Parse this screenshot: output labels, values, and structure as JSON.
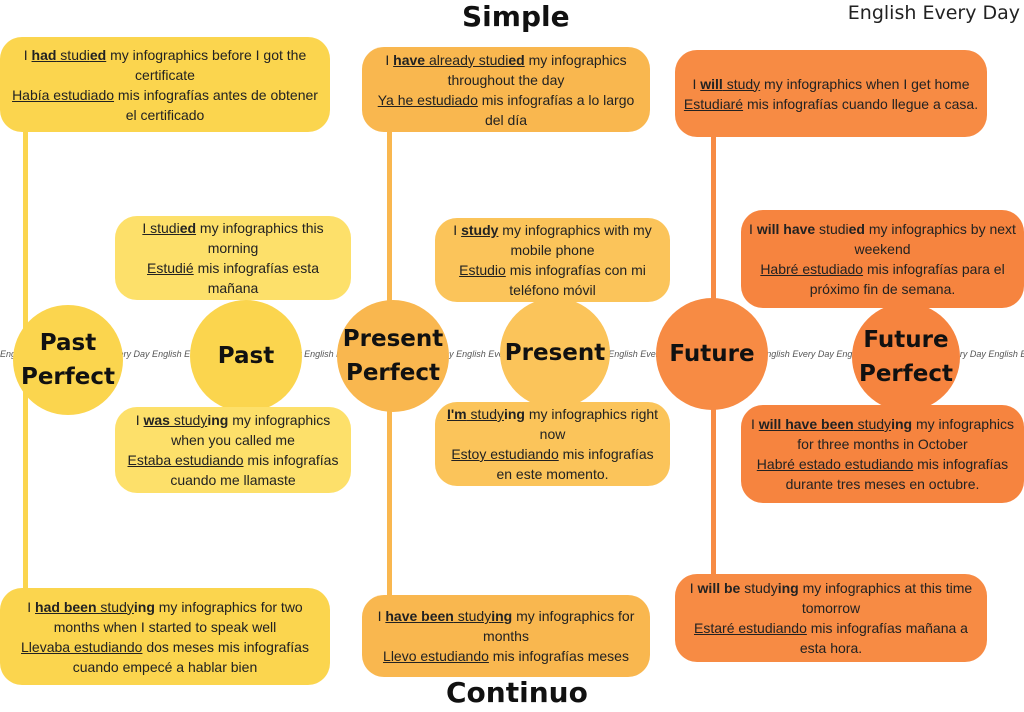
{
  "header": {
    "simple_label": "Simple",
    "continuous_label": "Continuo",
    "brand": "English Every Day"
  },
  "timeline": {
    "watermark_text": "English Every Day English Every Day English Every Day English Every Day English Every Day English Every Day English Every Day English Every Day English Every Day English Every Day English Every Day English Every Day English Every Day English Every Day English Every Day"
  },
  "tenses": {
    "past_perfect": "Past Perfect",
    "past": "Past",
    "present_perfect": "Present Perfect",
    "present": "Present",
    "future": "Future",
    "future_perfect": "Future Perfect"
  },
  "colors": {
    "past": "#fbd54e",
    "present_perfect": "#f9b74f",
    "present": "#fbc45a",
    "future": "#f78b44"
  },
  "cards": {
    "past_perfect_simple": {
      "p1": "I ",
      "p2": "had",
      "p3": " studi",
      "p4": "ed",
      "p5": " my infographics before I got the certificate",
      "es_u": "Había estudiado",
      "es_rest": " mis infografías antes de obtener el certificado"
    },
    "present_perfect_simple": {
      "p1": "I ",
      "p2": "have",
      "p3": " already studi",
      "p4": "ed",
      "p5": " my infographics throughout the day",
      "es_u": "Ya he estudiado",
      "es_rest": " mis infografías a lo largo del día"
    },
    "future_simple": {
      "p1": "I ",
      "p2": "will",
      "p3": " study",
      "p4": " my infographics when I get home",
      "es_u": "Estudiaré",
      "es_rest": " mis infografías cuando llegue a casa."
    },
    "past_simple": {
      "p1": "I studi",
      "p2": "ed",
      "p3": " my infographics this morning",
      "es_u": "Estudié",
      "es_rest": " mis infografías esta mañana"
    },
    "present_simple": {
      "p1": "I ",
      "p2": "study",
      "p3": " my infographics with my mobile phone",
      "es_u": "Estudio",
      "es_rest": " mis infografías con mi teléfono móvil"
    },
    "future_perfect_simple": {
      "p1": "I ",
      "p2": "will have",
      "p3": " studi",
      "p4": "ed",
      "p5": " my infographics by next weekend",
      "es_u": "Habré estudiado",
      "es_rest": " mis infografías para el próximo fin de semana."
    },
    "past_continuous": {
      "p1": "I ",
      "p2": "was",
      "p3": " study",
      "p4": "ing",
      "p5": " my infographics when you called me",
      "es_u": "Estaba estudiando",
      "es_rest": " mis infografías cuando me llamaste"
    },
    "present_continuous": {
      "p1": "I'm",
      "p2": " study",
      "p3": "ing",
      "p4": " my infographics right now",
      "es_u": "Estoy estudiando",
      "es_rest": " mis infografías en este momento."
    },
    "future_perfect_continuous": {
      "p1": "I ",
      "p2": "will have been",
      "p3": " study",
      "p4": "ing",
      "p5": " my infographics for three months in October",
      "es_u": "Habré estado estudiando",
      "es_rest": " mis infografías durante tres meses en octubre."
    },
    "past_perfect_continuous": {
      "p1": "I ",
      "p2": "had been",
      "p3": " study",
      "p4": "ing",
      "p5": " my infographics for two months when I started to speak well",
      "es_u": "Llevaba estudiando",
      "es_rest": " dos meses mis infografías cuando empecé a hablar bien"
    },
    "present_perfect_continuous": {
      "p1": "I ",
      "p2": "have been",
      "p3": " study",
      "p4": "ing",
      "p5": " my infographics for months",
      "es_u": "Llevo estudiando",
      "es_rest": " mis infografías meses"
    },
    "future_continuous": {
      "p1": "I ",
      "p2": "will be",
      "p3": " study",
      "p4": "ing",
      "p5": " my infographics at this time tomorrow",
      "es_u": "Estaré estudiando",
      "es_rest": " mis infografías mañana a esta hora."
    }
  }
}
